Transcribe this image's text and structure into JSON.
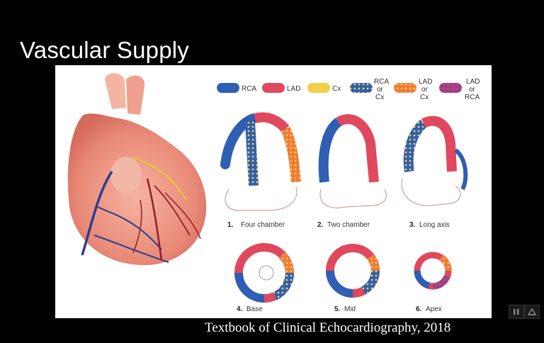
{
  "slide": {
    "title": "Vascular Supply",
    "caption": "Textbook of Clinical Echocardiography, 2018"
  },
  "legend": [
    {
      "label": "RCA",
      "color": "#2f5fb3"
    },
    {
      "label": "LAD",
      "color": "#e0485e"
    },
    {
      "label": "Cx",
      "color": "#f2cf4a"
    },
    {
      "label": "RCA\nor\nCx",
      "color": "pattern-rca-cx"
    },
    {
      "label": "LAD\nor\nCx",
      "color": "pattern-lad-cx"
    },
    {
      "label": "LAD\nor\nRCA",
      "color": "pattern-lad-rca"
    }
  ],
  "views": [
    {
      "num": "1.",
      "name": "Four chamber"
    },
    {
      "num": "2.",
      "name": "Two chamber"
    },
    {
      "num": "3.",
      "name": "Long axis"
    },
    {
      "num": "4.",
      "name": "Base"
    },
    {
      "num": "5.",
      "name": "Mid"
    },
    {
      "num": "6.",
      "name": "Apex"
    }
  ],
  "player": {
    "controls": [
      "pause-icon",
      "fullscreen-icon"
    ]
  }
}
